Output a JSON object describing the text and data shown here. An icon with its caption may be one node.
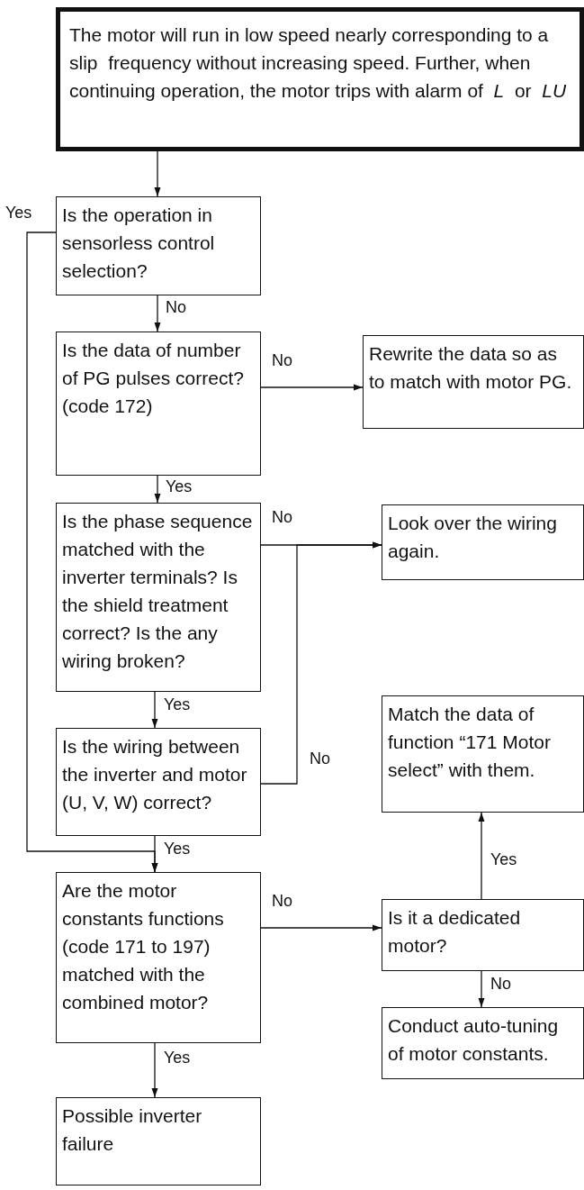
{
  "diagram": {
    "nodes": [
      {
        "text": [
          "The motor will run in low speed nearly corresponding to a slip  frequency without increasing speed. Further, when continuing operation, the motor trips with alarm of  *L*  or  *LU*"
        ]
      },
      {
        "text": [
          "Is the operation in sensorless control selection?"
        ]
      },
      {
        "text": [
          "Is the data of number of PG pulses correct? (code 172)"
        ]
      },
      {
        "text": [
          "Rewrite the data so as to match with motor PG."
        ]
      },
      {
        "text": [
          "Is the phase sequence matched with the inverter terminals? Is the shield treatment correct? Is the any wiring broken?"
        ]
      },
      {
        "text": [
          "Look over the wiring again."
        ]
      },
      {
        "text": [
          "Is the wiring between the inverter and motor (U, V, W) correct?"
        ]
      },
      {
        "text": [
          "Match the data of function “171 Motor select” with them."
        ]
      },
      {
        "text": [
          "Are the motor constants functions (code 171 to 197) matched with the combined motor?"
        ]
      },
      {
        "text": [
          "Is it a dedicated motor?"
        ]
      },
      {
        "text": [
          "Conduct auto-tuning of motor constants."
        ]
      },
      {
        "text": [
          "Possible inverter failure"
        ]
      }
    ],
    "edges": [
      {
        "from": 0,
        "to": 1,
        "arrow": "to"
      },
      {
        "from": 1,
        "to": 2,
        "arrow": "to",
        "label": "No"
      },
      {
        "from": 1,
        "to": 8,
        "arrow": "to",
        "label": "Yes"
      },
      {
        "from": 2,
        "to": 3,
        "arrow": "to",
        "label": "No"
      },
      {
        "from": 2,
        "to": 4,
        "arrow": "to",
        "label": "Yes"
      },
      {
        "from": 4,
        "to": 5,
        "arrow": "to",
        "label": "No"
      },
      {
        "from": 4,
        "to": 6,
        "arrow": "to",
        "label": "Yes"
      },
      {
        "from": 6,
        "to": 5,
        "arrow": "to",
        "label": "No"
      },
      {
        "from": 6,
        "to": 8,
        "arrow": "to",
        "label": "Yes"
      },
      {
        "from": 8,
        "to": 9,
        "arrow": "to",
        "label": "No"
      },
      {
        "from": 9,
        "to": 7,
        "arrow": "to",
        "label": "Yes"
      },
      {
        "from": 9,
        "to": 10,
        "arrow": "to",
        "label": "No"
      },
      {
        "from": 8,
        "to": 11,
        "arrow": "to",
        "label": "Yes"
      }
    ]
  }
}
